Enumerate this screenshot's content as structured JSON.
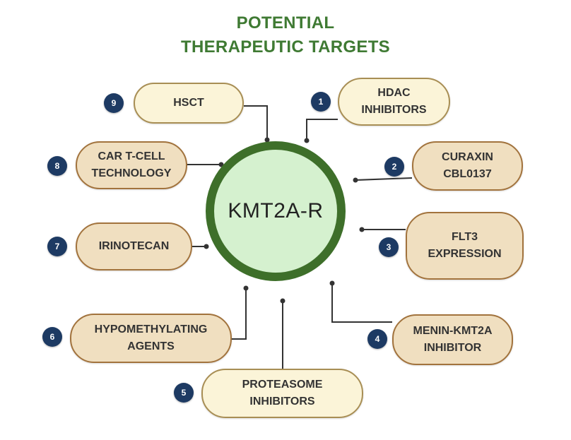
{
  "title": [
    "POTENTIAL",
    "THERAPEUTIC TARGETS"
  ],
  "center": "KMT2A-R",
  "colors": {
    "title": "#3f7a33",
    "ring": "#3e6f2a",
    "core": "#d5f1cf",
    "badge": "#1d3a63",
    "pill_light": "#fbf4d8",
    "pill_dark": "#f0dfc0",
    "connector": "#333333"
  },
  "targets": [
    {
      "number": "1",
      "lines": [
        "HDAC",
        "INHIBITORS"
      ]
    },
    {
      "number": "2",
      "lines": [
        "CURAXIN",
        "CBL0137"
      ]
    },
    {
      "number": "3",
      "lines": [
        "FLT3",
        "EXPRESSION"
      ]
    },
    {
      "number": "4",
      "lines": [
        "MENIN-KMT2A",
        "INHIBITOR"
      ]
    },
    {
      "number": "5",
      "lines": [
        "PROTEASOME",
        "INHIBITORS"
      ]
    },
    {
      "number": "6",
      "lines": [
        "HYPOMETHYLATING",
        "AGENTS"
      ]
    },
    {
      "number": "7",
      "lines": [
        "IRINOTECAN"
      ]
    },
    {
      "number": "8",
      "lines": [
        "CAR T-CELL",
        "TECHNOLOGY"
      ]
    },
    {
      "number": "9",
      "lines": [
        "HSCT"
      ]
    }
  ]
}
